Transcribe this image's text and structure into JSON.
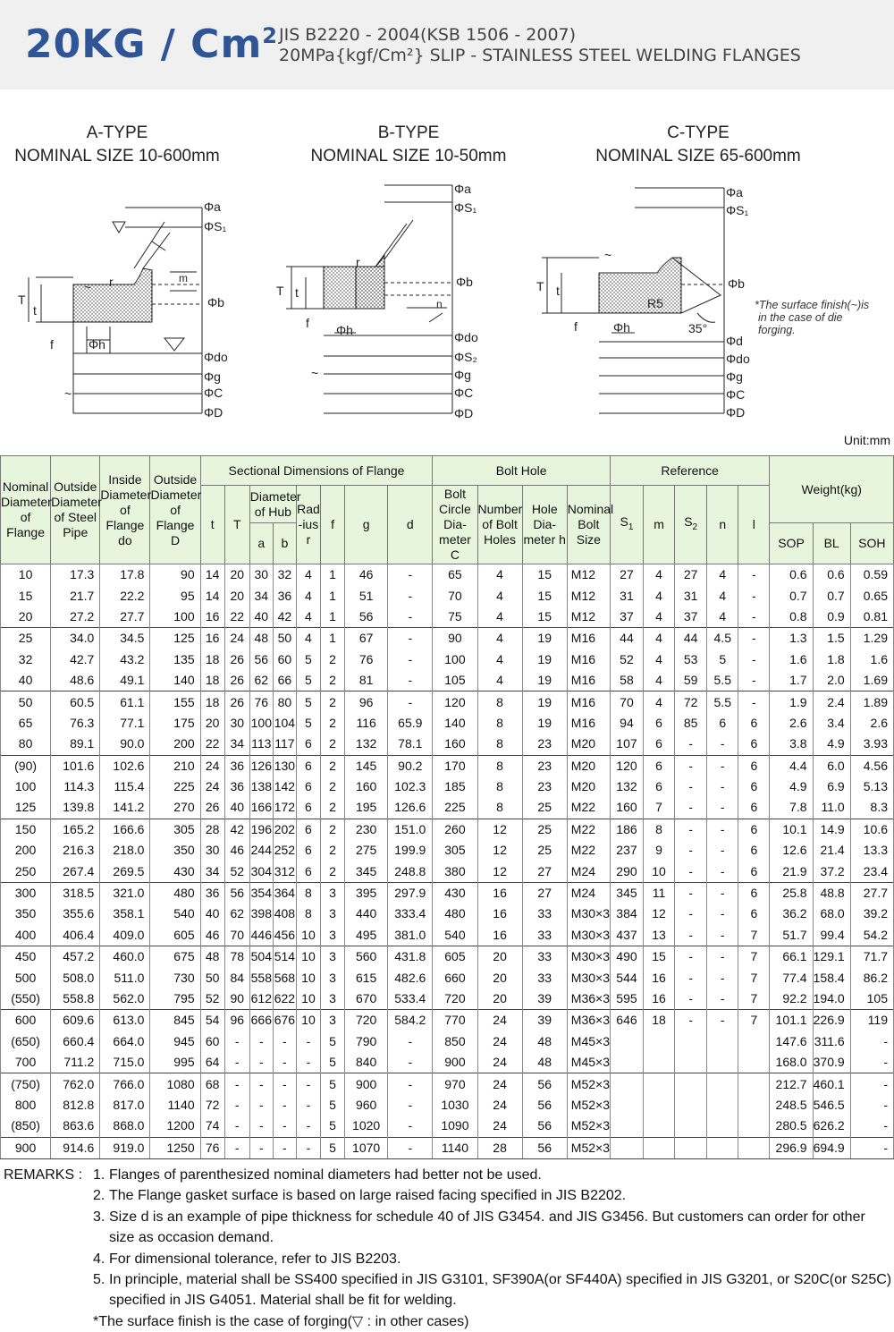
{
  "header": {
    "title": "20KG / Cm",
    "title_sup": "2",
    "standard_line1": "JIS B2220 - 2004(KSB 1506 - 2007)",
    "standard_line2": "20MPa{kgf/Cm²} SLIP - STAINLESS STEEL WELDING FLANGES"
  },
  "types": [
    {
      "name": "A-TYPE",
      "range": "NOMINAL SIZE 10-600mm"
    },
    {
      "name": "B-TYPE",
      "range": "NOMINAL SIZE 10-50mm"
    },
    {
      "name": "C-TYPE",
      "range": "NOMINAL SIZE 65-600mm"
    }
  ],
  "labels": {
    "a": "Φa",
    "s1": "ΦS₁",
    "s2": "ΦS₂",
    "b": "Φb",
    "do": "Φdo",
    "g": "Φg",
    "C": "ΦC",
    "D": "ΦD",
    "d": "Φd",
    "h": "Φh",
    "T": "T",
    "t": "t",
    "f": "f",
    "r": "r",
    "m": "m",
    "n": "n",
    "R5": "R5",
    "deg35": "35°",
    "tilde": "~",
    "forging_note_line1": "*The surface finish(~)is",
    "forging_note_line2": "in the case of die",
    "forging_note_line3": "forging."
  },
  "unit": "Unit:mm",
  "table_headers": {
    "nominal": "Nominal Diameter of Flange",
    "outside_pipe": "Outside Diameter of Steel Pipe",
    "inside": "Inside Diameter of Flange do",
    "outside_flange": "Outside Diameter of Flange D",
    "sectional": "Sectional Dimensions of Flange",
    "t": "t",
    "T": "T",
    "hub": "Diameter of Hub",
    "hub_a": "a",
    "hub_b": "b",
    "radius": "Rad -ius r",
    "f": "f",
    "g": "g",
    "d": "d",
    "bolt_hole": "Bolt Hole",
    "bolt_circle": "Bolt Circle Dia- meter C",
    "num_bolts": "Number of Bolt Holes",
    "hole_dia": "Hole Dia- meter h",
    "bolt_size": "Nominal Bolt Size",
    "reference": "Reference",
    "s1": "S",
    "s1_sub": "1",
    "m": "m",
    "s2": "S",
    "s2_sub": "2",
    "n": "n",
    "l": "l",
    "weight": "Weight(kg)",
    "sop": "SOP",
    "bl": "BL",
    "soh": "SOH"
  },
  "rows": [
    [
      "10",
      "17.3",
      "17.8",
      "90",
      "14",
      "20",
      "30",
      "32",
      "4",
      "1",
      "46",
      "-",
      "65",
      "4",
      "15",
      "M12",
      "27",
      "4",
      "27",
      "4",
      "-",
      "0.6",
      "0.6",
      "0.59"
    ],
    [
      "15",
      "21.7",
      "22.2",
      "95",
      "14",
      "20",
      "34",
      "36",
      "4",
      "1",
      "51",
      "-",
      "70",
      "4",
      "15",
      "M12",
      "31",
      "4",
      "31",
      "4",
      "-",
      "0.7",
      "0.7",
      "0.65"
    ],
    [
      "20",
      "27.2",
      "27.7",
      "100",
      "16",
      "22",
      "40",
      "42",
      "4",
      "1",
      "56",
      "-",
      "75",
      "4",
      "15",
      "M12",
      "37",
      "4",
      "37",
      "4",
      "-",
      "0.8",
      "0.9",
      "0.81"
    ],
    [
      "25",
      "34.0",
      "34.5",
      "125",
      "16",
      "24",
      "48",
      "50",
      "4",
      "1",
      "67",
      "-",
      "90",
      "4",
      "19",
      "M16",
      "44",
      "4",
      "44",
      "4.5",
      "-",
      "1.3",
      "1.5",
      "1.29"
    ],
    [
      "32",
      "42.7",
      "43.2",
      "135",
      "18",
      "26",
      "56",
      "60",
      "5",
      "2",
      "76",
      "-",
      "100",
      "4",
      "19",
      "M16",
      "52",
      "4",
      "53",
      "5",
      "-",
      "1.6",
      "1.8",
      "1.6"
    ],
    [
      "40",
      "48.6",
      "49.1",
      "140",
      "18",
      "26",
      "62",
      "66",
      "5",
      "2",
      "81",
      "-",
      "105",
      "4",
      "19",
      "M16",
      "58",
      "4",
      "59",
      "5.5",
      "-",
      "1.7",
      "2.0",
      "1.69"
    ],
    [
      "50",
      "60.5",
      "61.1",
      "155",
      "18",
      "26",
      "76",
      "80",
      "5",
      "2",
      "96",
      "-",
      "120",
      "8",
      "19",
      "M16",
      "70",
      "4",
      "72",
      "5.5",
      "-",
      "1.9",
      "2.4",
      "1.89"
    ],
    [
      "65",
      "76.3",
      "77.1",
      "175",
      "20",
      "30",
      "100",
      "104",
      "5",
      "2",
      "116",
      "65.9",
      "140",
      "8",
      "19",
      "M16",
      "94",
      "6",
      "85",
      "6",
      "6",
      "2.6",
      "3.4",
      "2.6"
    ],
    [
      "80",
      "89.1",
      "90.0",
      "200",
      "22",
      "34",
      "113",
      "117",
      "6",
      "2",
      "132",
      "78.1",
      "160",
      "8",
      "23",
      "M20",
      "107",
      "6",
      "-",
      "-",
      "6",
      "3.8",
      "4.9",
      "3.93"
    ],
    [
      "(90)",
      "101.6",
      "102.6",
      "210",
      "24",
      "36",
      "126",
      "130",
      "6",
      "2",
      "145",
      "90.2",
      "170",
      "8",
      "23",
      "M20",
      "120",
      "6",
      "-",
      "-",
      "6",
      "4.4",
      "6.0",
      "4.56"
    ],
    [
      "100",
      "114.3",
      "115.4",
      "225",
      "24",
      "36",
      "138",
      "142",
      "6",
      "2",
      "160",
      "102.3",
      "185",
      "8",
      "23",
      "M20",
      "132",
      "6",
      "-",
      "-",
      "6",
      "4.9",
      "6.9",
      "5.13"
    ],
    [
      "125",
      "139.8",
      "141.2",
      "270",
      "26",
      "40",
      "166",
      "172",
      "6",
      "2",
      "195",
      "126.6",
      "225",
      "8",
      "25",
      "M22",
      "160",
      "7",
      "-",
      "-",
      "6",
      "7.8",
      "11.0",
      "8.3"
    ],
    [
      "150",
      "165.2",
      "166.6",
      "305",
      "28",
      "42",
      "196",
      "202",
      "6",
      "2",
      "230",
      "151.0",
      "260",
      "12",
      "25",
      "M22",
      "186",
      "8",
      "-",
      "-",
      "6",
      "10.1",
      "14.9",
      "10.6"
    ],
    [
      "200",
      "216.3",
      "218.0",
      "350",
      "30",
      "46",
      "244",
      "252",
      "6",
      "2",
      "275",
      "199.9",
      "305",
      "12",
      "25",
      "M22",
      "237",
      "9",
      "-",
      "-",
      "6",
      "12.6",
      "21.4",
      "13.3"
    ],
    [
      "250",
      "267.4",
      "269.5",
      "430",
      "34",
      "52",
      "304",
      "312",
      "6",
      "2",
      "345",
      "248.8",
      "380",
      "12",
      "27",
      "M24",
      "290",
      "10",
      "-",
      "-",
      "6",
      "21.9",
      "37.2",
      "23.4"
    ],
    [
      "300",
      "318.5",
      "321.0",
      "480",
      "36",
      "56",
      "354",
      "364",
      "8",
      "3",
      "395",
      "297.9",
      "430",
      "16",
      "27",
      "M24",
      "345",
      "11",
      "-",
      "-",
      "6",
      "25.8",
      "48.8",
      "27.7"
    ],
    [
      "350",
      "355.6",
      "358.1",
      "540",
      "40",
      "62",
      "398",
      "408",
      "8",
      "3",
      "440",
      "333.4",
      "480",
      "16",
      "33",
      "M30×3",
      "384",
      "12",
      "-",
      "-",
      "6",
      "36.2",
      "68.0",
      "39.2"
    ],
    [
      "400",
      "406.4",
      "409.0",
      "605",
      "46",
      "70",
      "446",
      "456",
      "10",
      "3",
      "495",
      "381.0",
      "540",
      "16",
      "33",
      "M30×3",
      "437",
      "13",
      "-",
      "-",
      "7",
      "51.7",
      "99.4",
      "54.2"
    ],
    [
      "450",
      "457.2",
      "460.0",
      "675",
      "48",
      "78",
      "504",
      "514",
      "10",
      "3",
      "560",
      "431.8",
      "605",
      "20",
      "33",
      "M30×3",
      "490",
      "15",
      "-",
      "-",
      "7",
      "66.1",
      "129.1",
      "71.7"
    ],
    [
      "500",
      "508.0",
      "511.0",
      "730",
      "50",
      "84",
      "558",
      "568",
      "10",
      "3",
      "615",
      "482.6",
      "660",
      "20",
      "33",
      "M30×3",
      "544",
      "16",
      "-",
      "-",
      "7",
      "77.4",
      "158.4",
      "86.2"
    ],
    [
      "(550)",
      "558.8",
      "562.0",
      "795",
      "52",
      "90",
      "612",
      "622",
      "10",
      "3",
      "670",
      "533.4",
      "720",
      "20",
      "39",
      "M36×3",
      "595",
      "16",
      "-",
      "-",
      "7",
      "92.2",
      "194.0",
      "105"
    ],
    [
      "600",
      "609.6",
      "613.0",
      "845",
      "54",
      "96",
      "666",
      "676",
      "10",
      "3",
      "720",
      "584.2",
      "770",
      "24",
      "39",
      "M36×3",
      "646",
      "18",
      "-",
      "-",
      "7",
      "101.1",
      "226.9",
      "119"
    ],
    [
      "(650)",
      "660.4",
      "664.0",
      "945",
      "60",
      "-",
      "-",
      "-",
      "-",
      "5",
      "790",
      "-",
      "850",
      "24",
      "48",
      "M45×3",
      "",
      "",
      "",
      "",
      "",
      "147.6",
      "311.6",
      "-"
    ],
    [
      "700",
      "711.2",
      "715.0",
      "995",
      "64",
      "-",
      "-",
      "-",
      "-",
      "5",
      "840",
      "-",
      "900",
      "24",
      "48",
      "M45×3",
      "",
      "",
      "",
      "",
      "",
      "168.0",
      "370.9",
      "-"
    ],
    [
      "(750)",
      "762.0",
      "766.0",
      "1080",
      "68",
      "-",
      "-",
      "-",
      "-",
      "5",
      "900",
      "-",
      "970",
      "24",
      "56",
      "M52×3",
      "",
      "",
      "",
      "",
      "",
      "212.7",
      "460.1",
      "-"
    ],
    [
      "800",
      "812.8",
      "817.0",
      "1140",
      "72",
      "-",
      "-",
      "-",
      "-",
      "5",
      "960",
      "-",
      "1030",
      "24",
      "56",
      "M52×3",
      "",
      "",
      "",
      "",
      "",
      "248.5",
      "546.5",
      "-"
    ],
    [
      "(850)",
      "863.6",
      "868.0",
      "1200",
      "74",
      "-",
      "-",
      "-",
      "-",
      "5",
      "1020",
      "-",
      "1090",
      "24",
      "56",
      "M52×3",
      "",
      "",
      "",
      "",
      "",
      "280.5",
      "626.2",
      "-"
    ],
    [
      "900",
      "914.6",
      "919.0",
      "1250",
      "76",
      "-",
      "-",
      "-",
      "-",
      "5",
      "1070",
      "-",
      "1140",
      "28",
      "56",
      "M52×3",
      "",
      "",
      "",
      "",
      "",
      "296.9",
      "694.9",
      "-"
    ]
  ],
  "remarks": {
    "label": "REMARKS :",
    "items": [
      {
        "num": "1.",
        "text": "Flanges of parenthesized nominal diameters had better not be used."
      },
      {
        "num": "2.",
        "text": "The Flange gasket surface is based on large raised facing specified in JIS B2202."
      },
      {
        "num": "3.",
        "text": "Size d is an example of pipe thickness for schedule 40 of JIS G3454. and JIS G3456. But customers can order for other size as occasion demand."
      },
      {
        "num": "4.",
        "text": "For dimensional tolerance, refer to JIS B2203."
      },
      {
        "num": "5.",
        "text": "In principle, material shall be SS400 specified in JIS G3101, SF390A(or SF440A) specified in JIS G3201, or S20C(or S25C) specified in JIS G4051. Material shall be fit for welding."
      }
    ],
    "note": "*The surface finish is the case of forging(▽ : in other cases)"
  }
}
